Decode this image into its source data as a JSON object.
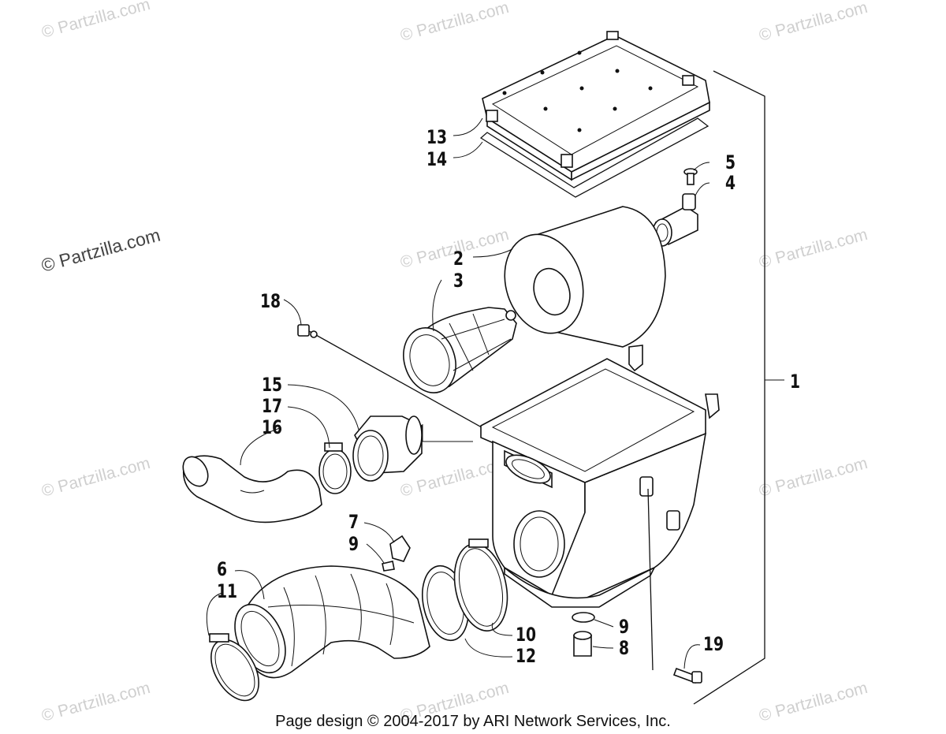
{
  "watermark": "© Partzilla.com",
  "footer": "Page design © 2004-2017 by ARI Network Services, Inc.",
  "callouts": [
    "1",
    "2",
    "3",
    "4",
    "5",
    "6",
    "7",
    "8",
    "9",
    "9",
    "10",
    "11",
    "12",
    "13",
    "14",
    "15",
    "16",
    "17",
    "18",
    "19"
  ]
}
